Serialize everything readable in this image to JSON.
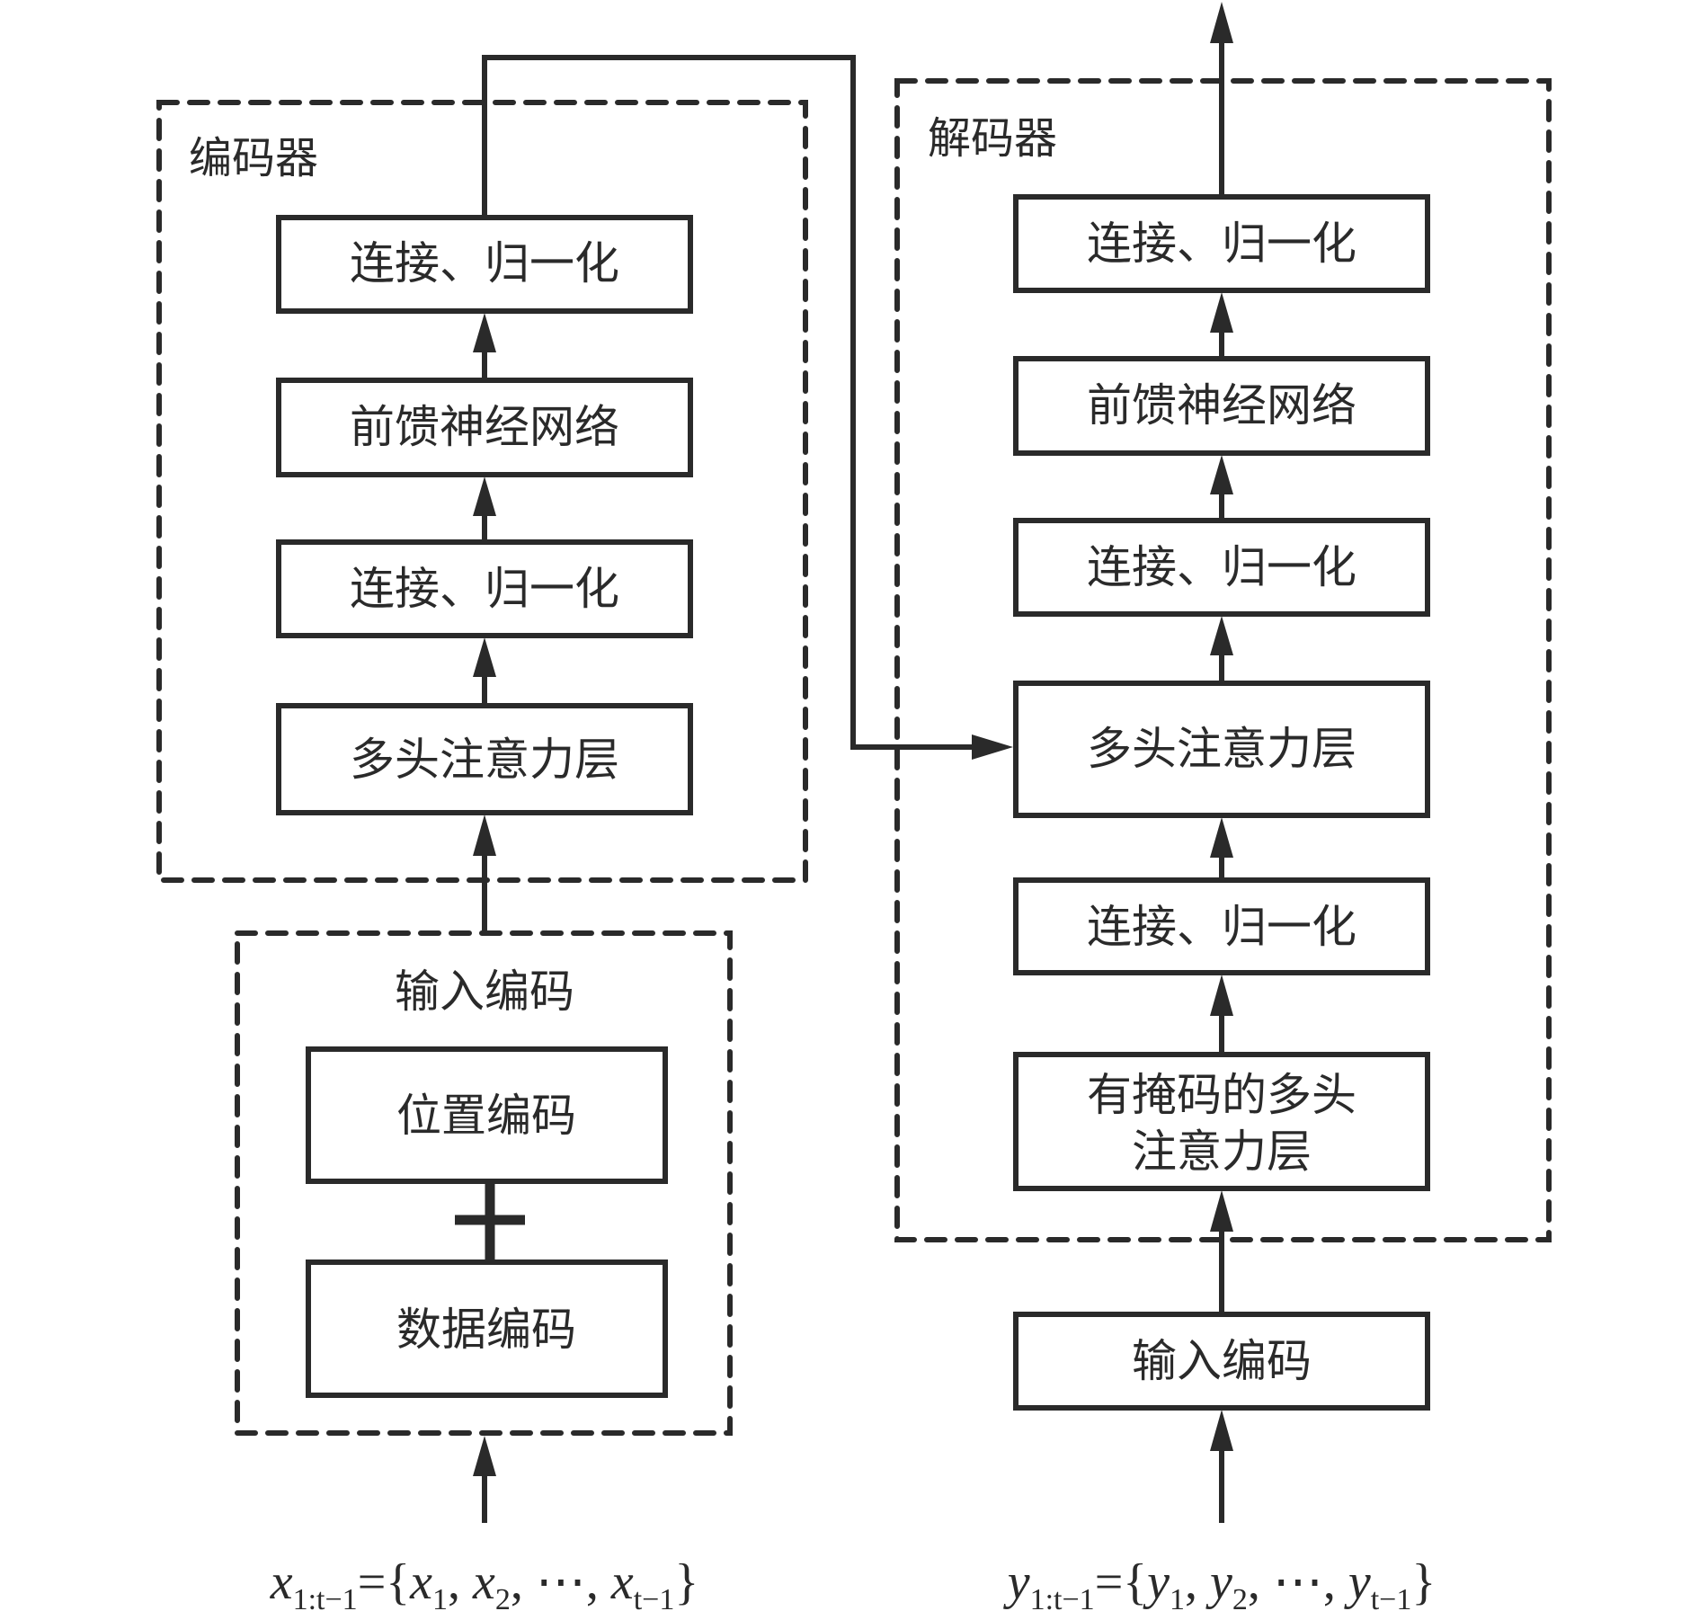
{
  "encoder": {
    "title": "编码器",
    "layers": [
      {
        "id": "enc-norm-top",
        "label": "连接、归一化"
      },
      {
        "id": "enc-ffn",
        "label": "前馈神经网络"
      },
      {
        "id": "enc-norm-bottom",
        "label": "连接、归一化"
      },
      {
        "id": "enc-mha",
        "label": "多头注意力层"
      }
    ]
  },
  "encoder_input": {
    "title": "输入编码",
    "position_encoding": "位置编码",
    "plus_symbol": "+",
    "data_encoding": "数据编码"
  },
  "decoder": {
    "title": "解码器",
    "layers": [
      {
        "id": "dec-norm-top",
        "label": "连接、归一化"
      },
      {
        "id": "dec-ffn",
        "label": "前馈神经网络"
      },
      {
        "id": "dec-norm-mid",
        "label": "连接、归一化"
      },
      {
        "id": "dec-mha",
        "label": "多头注意力层"
      },
      {
        "id": "dec-norm-bottom",
        "label": "连接、归一化"
      },
      {
        "id": "dec-masked-mha",
        "label_line1": "有掩码的多头",
        "label_line2": "注意力层"
      }
    ]
  },
  "decoder_input": {
    "label": "输入编码"
  },
  "inputs": {
    "x": {
      "var": "x",
      "sub": "1:t−1",
      "eq": "={",
      "items": [
        {
          "var": "x",
          "sub": "1"
        },
        {
          "var": "x",
          "sub": "2"
        },
        {
          "ellipsis": "⋯"
        },
        {
          "var": "x",
          "sub": "t−1"
        }
      ],
      "close": "}"
    },
    "y": {
      "var": "y",
      "sub": "1:t−1",
      "eq": "={",
      "items": [
        {
          "var": "y",
          "sub": "1"
        },
        {
          "var": "y",
          "sub": "2"
        },
        {
          "ellipsis": "⋯"
        },
        {
          "var": "y",
          "sub": "t−1"
        }
      ],
      "close": "}"
    }
  },
  "connections": [
    {
      "from": "x-input",
      "to": "encoder-input-block"
    },
    {
      "from": "encoder-input-block",
      "to": "enc-mha"
    },
    {
      "from": "enc-mha",
      "to": "enc-norm-bottom"
    },
    {
      "from": "enc-norm-bottom",
      "to": "enc-ffn"
    },
    {
      "from": "enc-ffn",
      "to": "enc-norm-top"
    },
    {
      "from": "enc-norm-top",
      "to": "dec-mha"
    },
    {
      "from": "y-input",
      "to": "decoder-input-box"
    },
    {
      "from": "decoder-input-box",
      "to": "dec-masked-mha"
    },
    {
      "from": "dec-masked-mha",
      "to": "dec-norm-bottom"
    },
    {
      "from": "dec-norm-bottom",
      "to": "dec-mha"
    },
    {
      "from": "dec-mha",
      "to": "dec-norm-mid"
    },
    {
      "from": "dec-norm-mid",
      "to": "dec-ffn"
    },
    {
      "from": "dec-ffn",
      "to": "dec-norm-top"
    },
    {
      "from": "dec-norm-top",
      "to": "output"
    }
  ]
}
